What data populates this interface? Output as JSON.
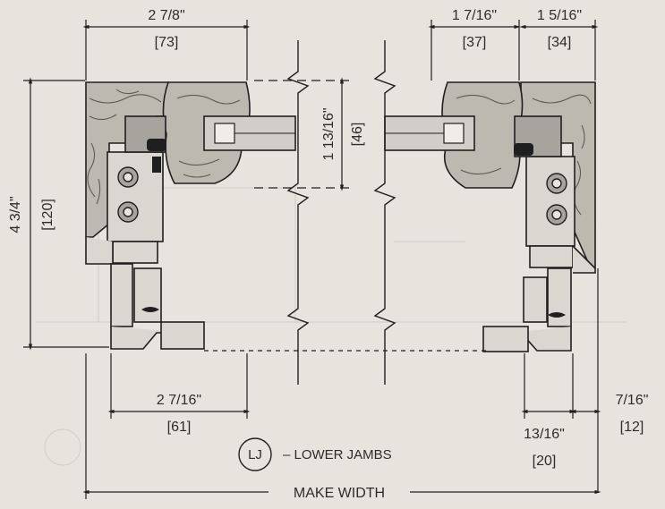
{
  "dimensions": {
    "top_left": {
      "imperial": "2 7/8\"",
      "metric": "[73]"
    },
    "top_mid_right": {
      "imperial": "1 7/16\"",
      "metric": "[37]"
    },
    "top_right": {
      "imperial": "1 5/16\"",
      "metric": "[34]"
    },
    "left_height": {
      "imperial": "4 3/4\"",
      "metric": "[120]"
    },
    "center_height": {
      "imperial": "1 13/16\"",
      "metric": "[46]"
    },
    "bottom_left": {
      "imperial": "2 7/16\"",
      "metric": "[61]"
    },
    "bottom_right_a": {
      "imperial": "13/16\"",
      "metric": "[20]"
    },
    "bottom_right_b": {
      "imperial": "7/16\"",
      "metric": "[12]"
    }
  },
  "legend": {
    "symbol": "LJ",
    "label": "– LOWER JAMBS"
  },
  "overall": {
    "label": "MAKE WIDTH"
  },
  "colors": {
    "line": "#1f1f1f",
    "wood": "#bcb9b0",
    "wood_grain": "#5d5a54",
    "metal": "#9a9892",
    "background": "#e6e4dc"
  }
}
